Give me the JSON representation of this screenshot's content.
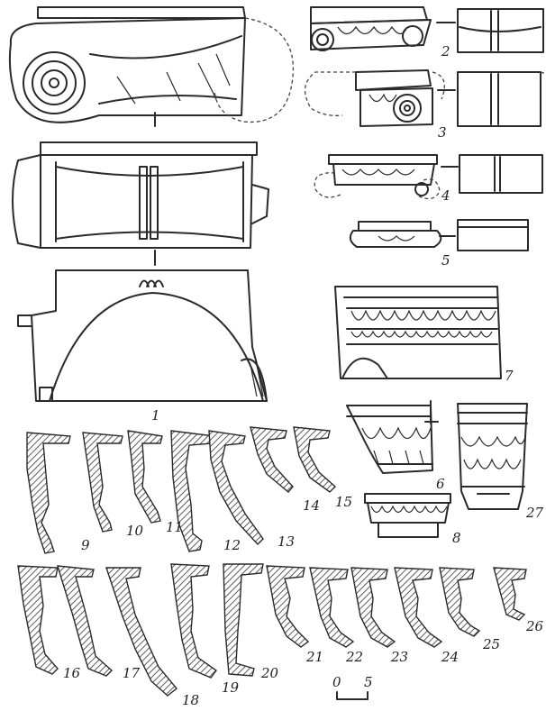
{
  "figure_labels": {
    "l1": "1",
    "l2": "2",
    "l3": "3",
    "l4": "4",
    "l5": "5",
    "l6": "6",
    "l7": "7",
    "l8": "8",
    "l9": "9",
    "l10": "10",
    "l11": "11",
    "l12": "12",
    "l13": "13",
    "l14": "14",
    "l15": "15",
    "l16": "16",
    "l17": "17",
    "l18": "18",
    "l19": "19",
    "l20": "20",
    "l21": "21",
    "l22": "22",
    "l23": "23",
    "l24": "24",
    "l25": "25",
    "l26": "26",
    "l27": "27"
  },
  "scale_bar": {
    "start": "0",
    "end": "5"
  },
  "colors": {
    "ink": "#2a2a2a",
    "paper": "#ffffff"
  }
}
